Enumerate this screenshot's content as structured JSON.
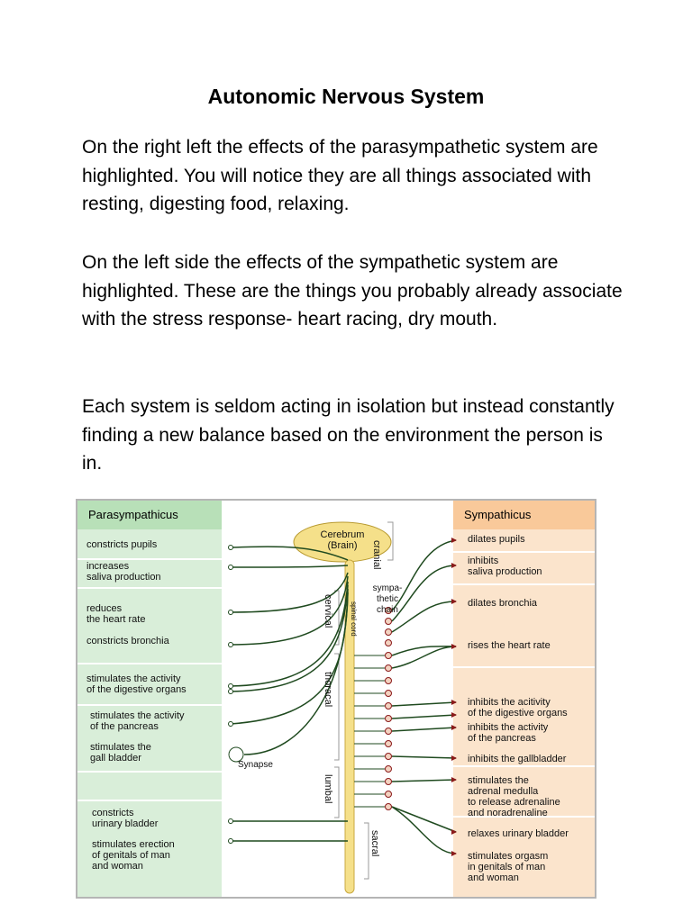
{
  "document": {
    "title": "Autonomic Nervous System",
    "paragraphs": [
      "On the right left the effects of the parasympathetic system are highlighted. You will notice they are all things associated with resting, digesting food, relaxing.",
      "On the left side the effects of the sympathetic system are highlighted.  These are the things you probably already associate with the stress response- heart racing, dry mouth.",
      "Each system is seldom acting in isolation but instead constantly finding a new balance based on the environment the person is in."
    ]
  },
  "diagram": {
    "parasympathicus": {
      "heading": "Parasympathicus",
      "effects": [
        "constricts pupils",
        "increases\nsaliva production",
        "reduces\nthe heart rate",
        "constricts bronchia",
        "stimulates the activity\nof the digestive organs",
        "stimulates the activity\nof the pancreas",
        "stimulates the\ngall bladder",
        "constricts\nurinary bladder",
        "stimulates erection\nof genitals of man\nand woman"
      ]
    },
    "sympathicus": {
      "heading": "Sympathicus",
      "effects": [
        "dilates pupils",
        "inhibits\nsaliva production",
        "dilates bronchia",
        "rises the heart rate",
        "inhibits the acitivity\nof the digestive organs",
        "inhibits the activity\nof the pancreas",
        "inhibits the gallbladder",
        "stimulates the\nadrenal medulla\nto release adrenaline\nand noradrenaline",
        "relaxes urinary bladder",
        "stimulates orgasm\nin genitals of man\nand woman"
      ]
    },
    "center": {
      "brain": "Cerebrum\n(Brain)",
      "spinal_cord": "spinal cord",
      "chain": "sympa-\nthetic\nchain",
      "synapse": "Synapse",
      "regions": [
        "cranial",
        "cervical",
        "thoracal",
        "lumbal",
        "sacral"
      ]
    },
    "colors": {
      "para_bg": "#d9eed9",
      "para_head": "#b8e0b8",
      "symp_bg": "#fbe4cc",
      "symp_head": "#f9c99a",
      "nerve": "#1f4a1f",
      "spinal": "#f5e08a",
      "symp_arrow": "#8b1a1a"
    }
  }
}
